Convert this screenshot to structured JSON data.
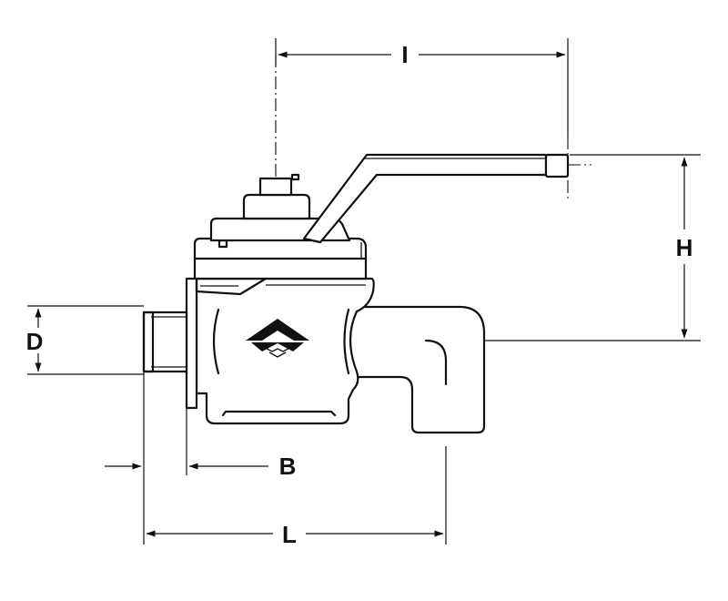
{
  "diagram": {
    "dimension_labels": {
      "I": "I",
      "H": "H",
      "D": "D",
      "B": "B",
      "L": "L"
    }
  }
}
